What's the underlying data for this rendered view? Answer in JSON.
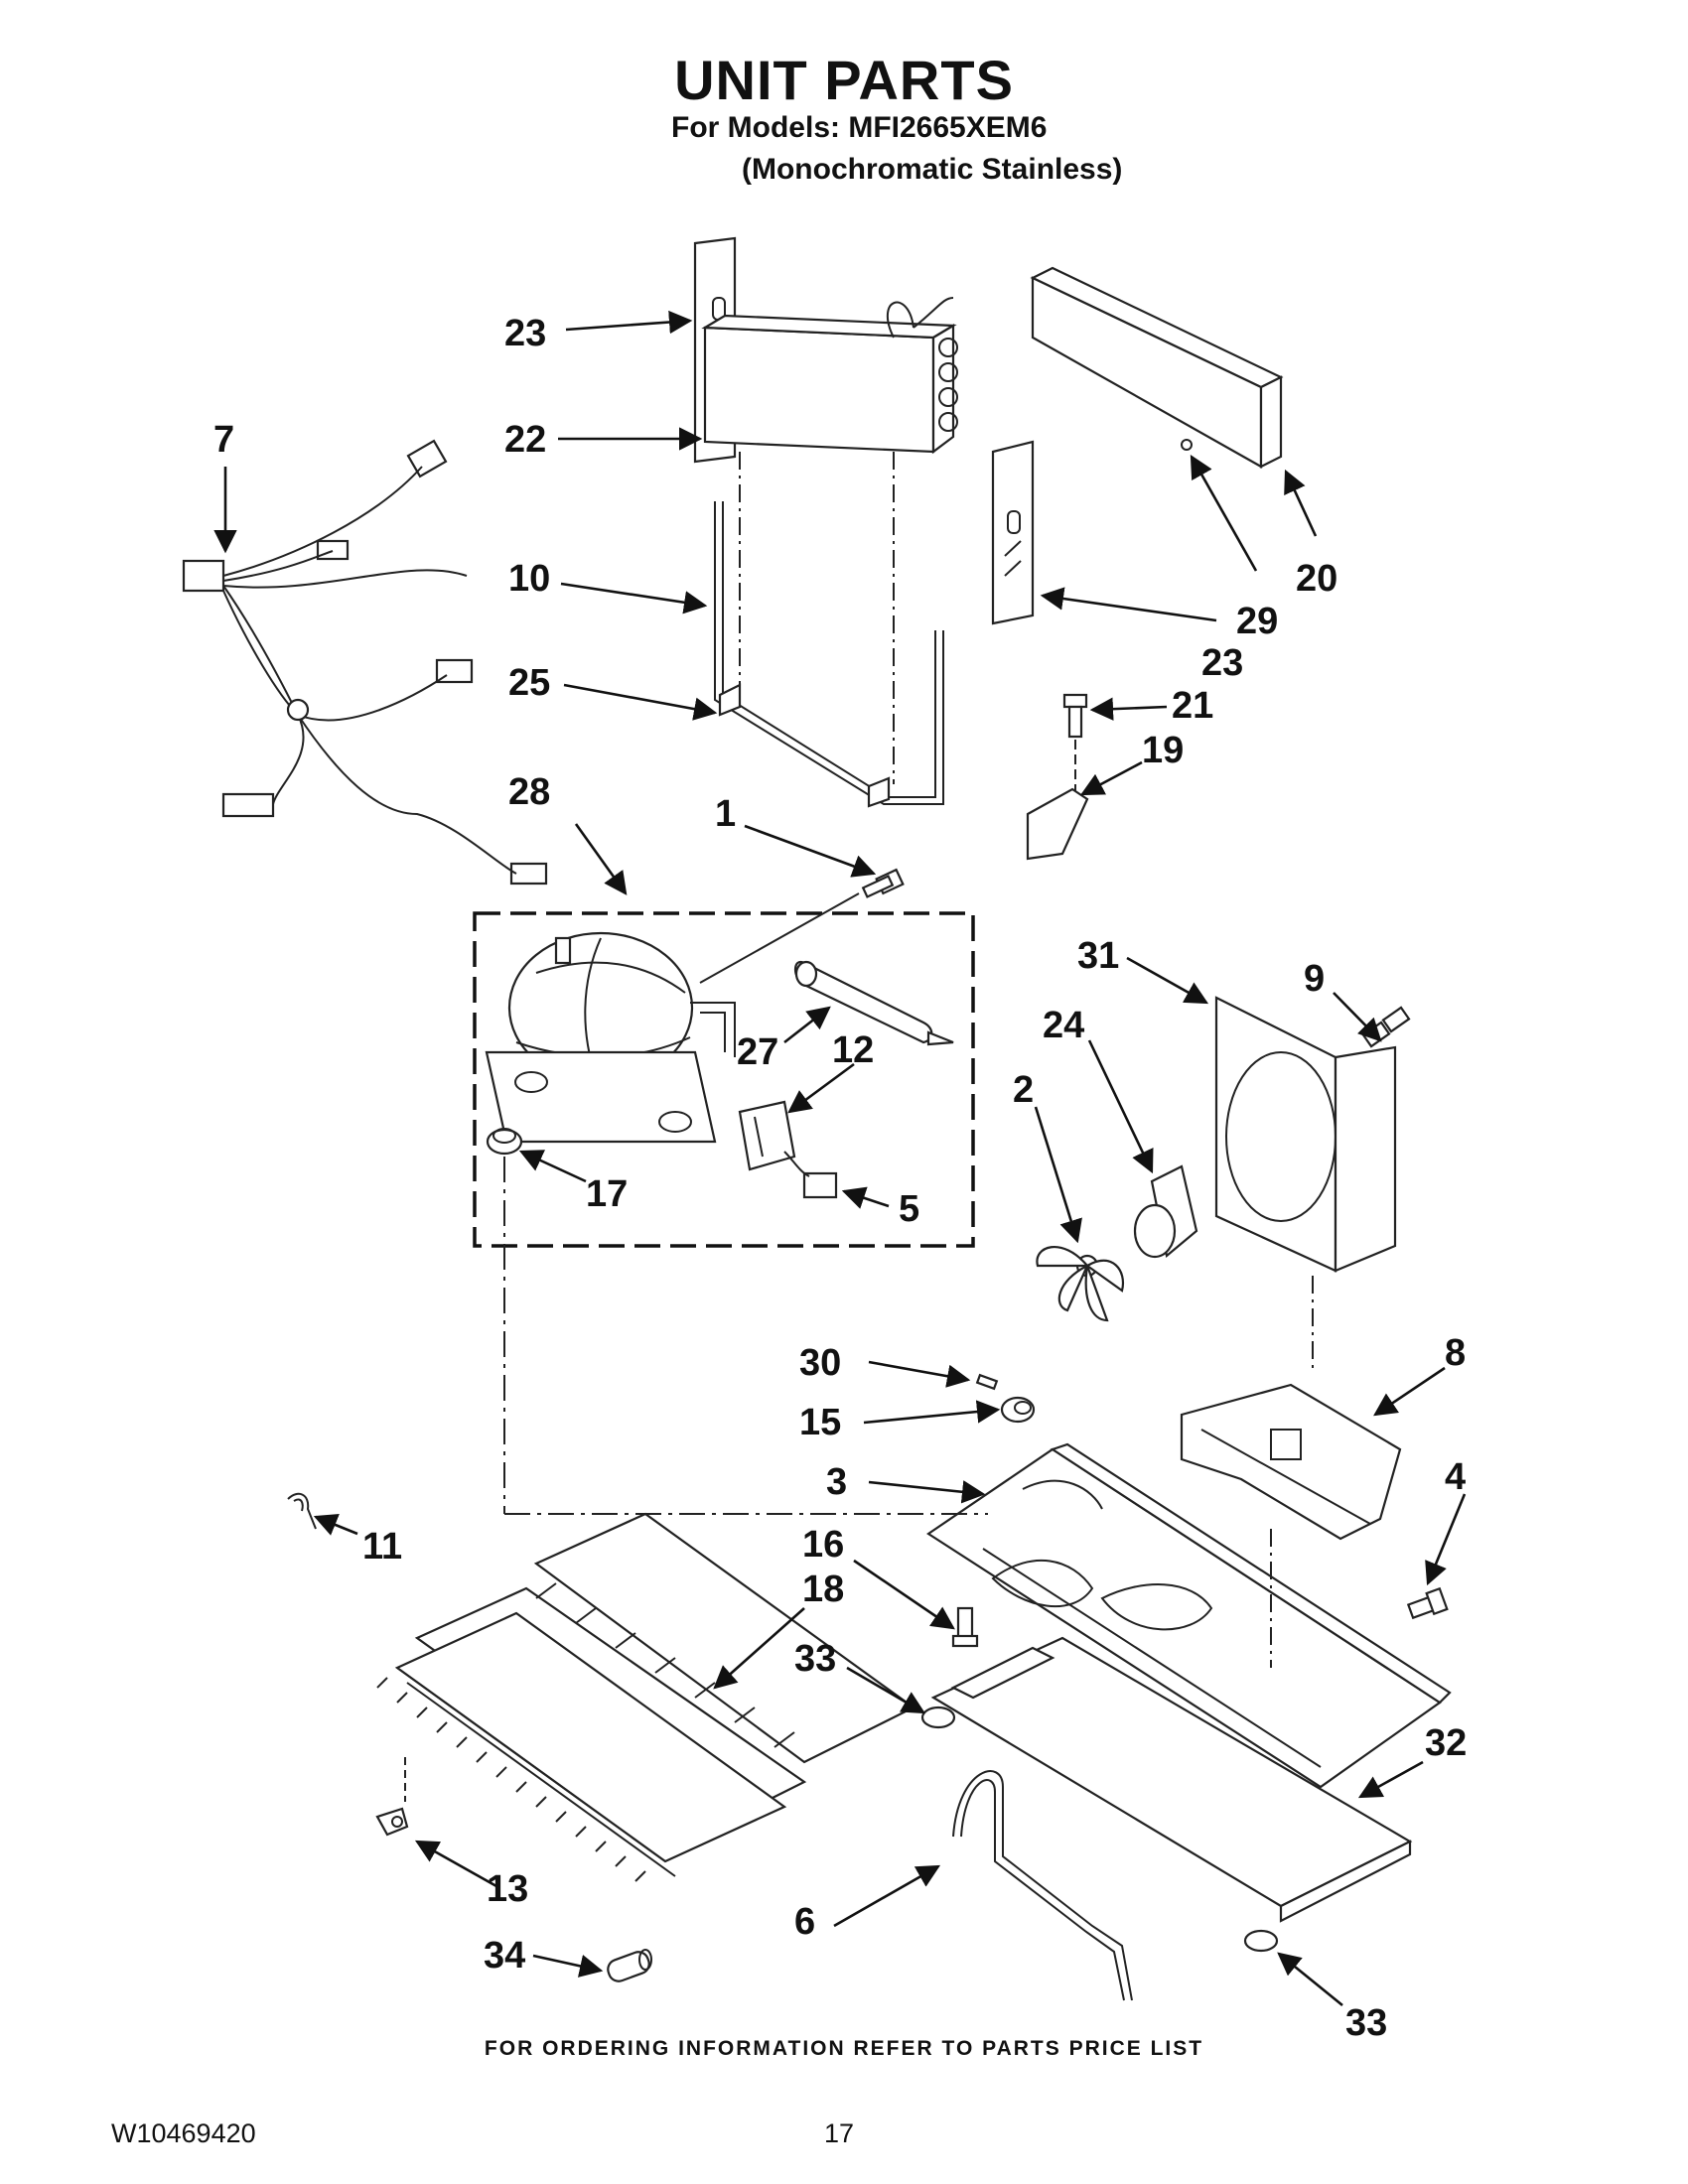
{
  "header": {
    "title": "UNIT PARTS",
    "models_line": "For Models: MFI2665XEM6",
    "finish_line": "(Monochromatic Stainless)"
  },
  "callouts": [
    {
      "id": "c23a",
      "text": "23"
    },
    {
      "id": "c22",
      "text": "22"
    },
    {
      "id": "c7",
      "text": "7"
    },
    {
      "id": "c10",
      "text": "10"
    },
    {
      "id": "c25",
      "text": "25"
    },
    {
      "id": "c28",
      "text": "28"
    },
    {
      "id": "c1",
      "text": "1"
    },
    {
      "id": "c20",
      "text": "20"
    },
    {
      "id": "c29",
      "text": "29"
    },
    {
      "id": "c23b",
      "text": "23"
    },
    {
      "id": "c21",
      "text": "21"
    },
    {
      "id": "c19",
      "text": "19"
    },
    {
      "id": "c31",
      "text": "31"
    },
    {
      "id": "c9",
      "text": "9"
    },
    {
      "id": "c24",
      "text": "24"
    },
    {
      "id": "c2",
      "text": "2"
    },
    {
      "id": "c27",
      "text": "27"
    },
    {
      "id": "c12",
      "text": "12"
    },
    {
      "id": "c17",
      "text": "17"
    },
    {
      "id": "c5",
      "text": "5"
    },
    {
      "id": "c30",
      "text": "30"
    },
    {
      "id": "c15",
      "text": "15"
    },
    {
      "id": "c8",
      "text": "8"
    },
    {
      "id": "c3",
      "text": "3"
    },
    {
      "id": "c4",
      "text": "4"
    },
    {
      "id": "c11",
      "text": "11"
    },
    {
      "id": "c16",
      "text": "16"
    },
    {
      "id": "c18",
      "text": "18"
    },
    {
      "id": "c33a",
      "text": "33"
    },
    {
      "id": "c32",
      "text": "32"
    },
    {
      "id": "c13",
      "text": "13"
    },
    {
      "id": "c6",
      "text": "6"
    },
    {
      "id": "c34",
      "text": "34"
    },
    {
      "id": "c33b",
      "text": "33"
    }
  ],
  "footer": {
    "ordering_note": "FOR ORDERING INFORMATION REFER TO PARTS PRICE LIST",
    "document_number": "W10469420",
    "page_number": "17"
  }
}
